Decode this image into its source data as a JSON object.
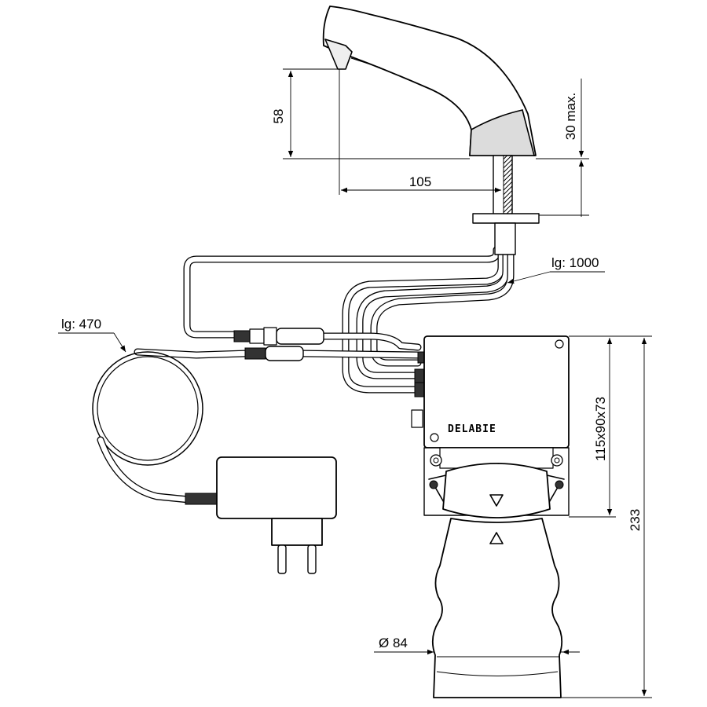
{
  "dimensions": {
    "spout_height": "58",
    "reach": "105",
    "deck_thickness": "30 max.",
    "cable_length_tap": "lg: 1000",
    "cable_length_adapter": "lg: 470",
    "box_size": "115x90x73",
    "total_height": "233",
    "diameter": "Ø 84"
  },
  "box": {
    "brand": "DELABIE"
  },
  "icons": {
    "arrow_down": "triangle-down",
    "arrow_up": "triangle-up"
  }
}
